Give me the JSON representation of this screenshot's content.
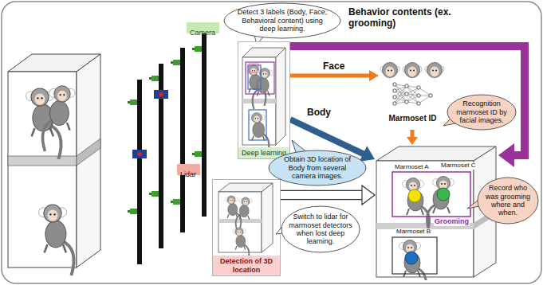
{
  "diagram": {
    "nodes": [
      {
        "text": [
          "Detect 3 labels (Body, Face, Behavioral content) using deep learning."
        ]
      },
      {
        "text": [
          "Camera"
        ]
      },
      {
        "text": [
          "Lidar"
        ]
      },
      {
        "text": [
          "Deep learning"
        ]
      },
      {
        "text": [
          "Detection of 3D location"
        ]
      },
      {
        "text": [
          "Marmoset ID"
        ]
      },
      {
        "text": [
          "Recognition marmoset ID by facial images."
        ]
      },
      {
        "text": [
          "Obtain 3D location of Body from several camera images."
        ]
      },
      {
        "text": [
          "Switch to lidar for marmoset detectors when lost deep learning."
        ]
      },
      {
        "text": [
          "Marmoset A",
          "Marmoset C",
          "Grooming",
          "Marmoset B"
        ]
      },
      {
        "text": [
          "Record who was grooming where and when."
        ]
      }
    ],
    "edges": [
      {
        "from": 3,
        "to": 9,
        "arrow": "to",
        "label": "Behavior contents (ex. grooming)"
      },
      {
        "from": 3,
        "to": 5,
        "arrow": "to",
        "label": "Face"
      },
      {
        "from": 3,
        "to": 9,
        "arrow": "to",
        "label": "Body"
      },
      {
        "from": 5,
        "to": 9,
        "arrow": "to"
      },
      {
        "from": 4,
        "to": 9,
        "arrow": "to"
      }
    ]
  }
}
